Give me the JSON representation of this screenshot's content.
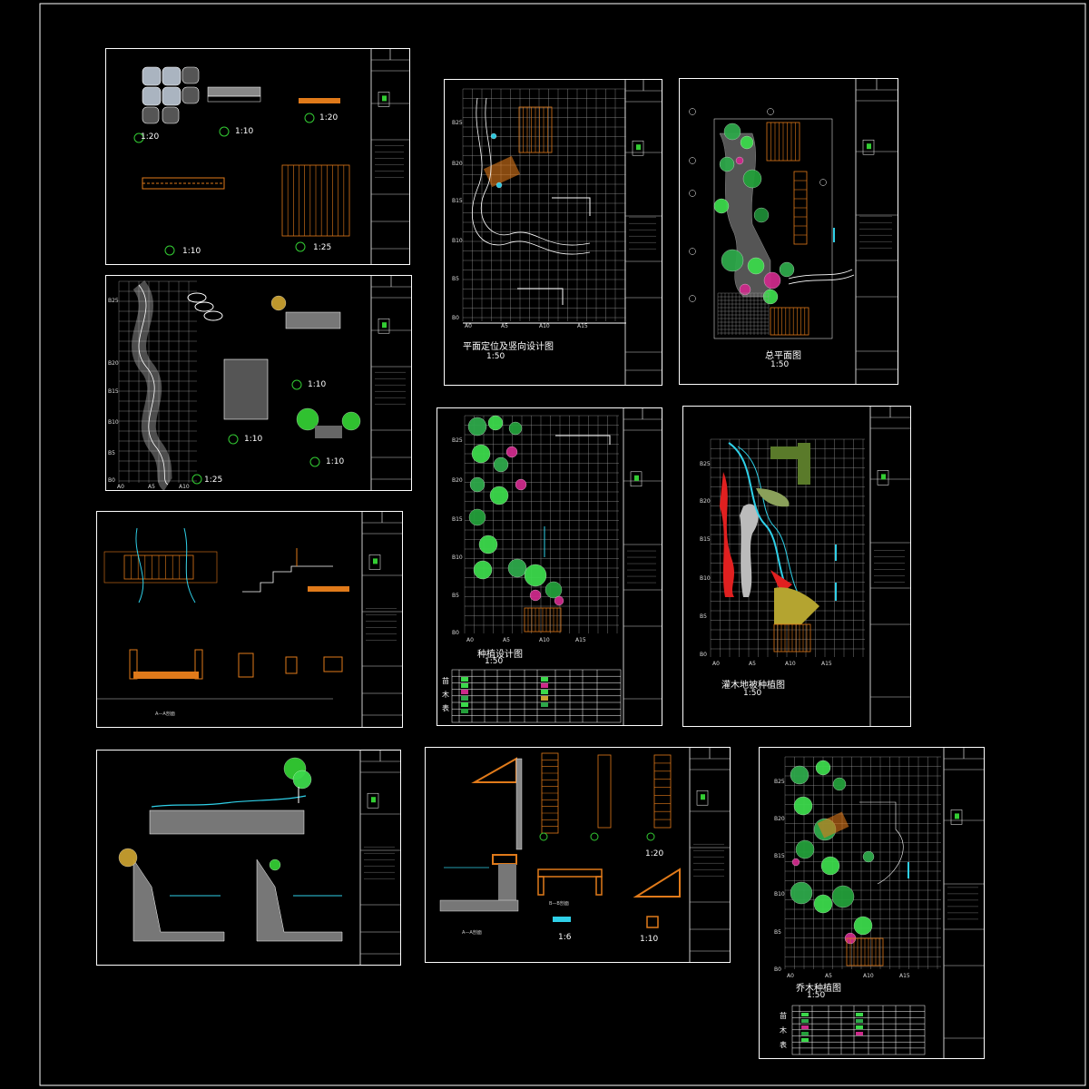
{
  "sheets": {
    "plan_layout": {
      "title": "平面定位及竖向设计图",
      "scale": "1:50",
      "ticks_x": [
        "A0",
        "A5",
        "A10",
        "A15"
      ],
      "ticks_y": [
        "B25",
        "B20",
        "B15",
        "B10",
        "B5",
        "B0"
      ]
    },
    "master_plan": {
      "title": "总平面图",
      "scale": "1:50"
    },
    "planting": {
      "title": "种植设计图",
      "scale": "1:50",
      "ticks_x": [
        "A0",
        "A5",
        "A10",
        "A15"
      ],
      "ticks_y": [
        "B25",
        "B20",
        "B15",
        "B10",
        "B5",
        "B0"
      ],
      "table_side": [
        "苗",
        "木",
        "表"
      ]
    },
    "shrub": {
      "title": "灌木地被种植图",
      "scale": "1:50",
      "ticks_x": [
        "A0",
        "A5",
        "A10",
        "A15"
      ],
      "ticks_y": [
        "B25",
        "B20",
        "B15",
        "B10",
        "B5",
        "B0"
      ]
    },
    "tree": {
      "title": "乔木种植图",
      "scale": "1:50",
      "ticks_x": [
        "A0",
        "A5",
        "A10",
        "A15"
      ],
      "ticks_y": [
        "B25",
        "B20",
        "B15",
        "B10",
        "B5",
        "B0"
      ],
      "table_side": [
        "苗",
        "木",
        "表"
      ]
    },
    "paving": {
      "scales": [
        "1:20",
        "1:10",
        "1:20",
        "1:10",
        "1:25"
      ]
    },
    "stream": {
      "scales": [
        "1:25",
        "1:10",
        "1:10",
        "1:10"
      ],
      "ticks_x": [
        "A0",
        "A5",
        "A10"
      ],
      "ticks_y": [
        "B25",
        "B20",
        "B15",
        "B10",
        "B5",
        "B0"
      ]
    },
    "bridge": {
      "section_label": "A—A剖面"
    },
    "deck": {
      "section_label": "A—A剖面",
      "section_b": "B—B剖面",
      "scales": [
        "1:20",
        "1:6",
        "1:10"
      ]
    }
  },
  "colors": {
    "background": "#000000",
    "frame": "#ffffff",
    "grid": "#9a9a9a",
    "wood": "#e07a1a",
    "water": "#2fd0e8",
    "green": "#33cc33",
    "magenta": "#cc2a8a",
    "red": "#e02020"
  }
}
